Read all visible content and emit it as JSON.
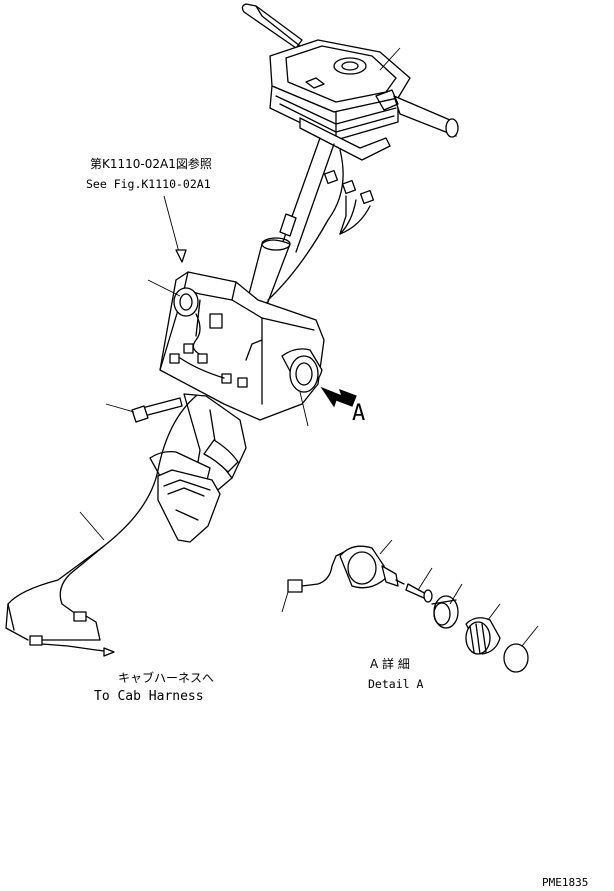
{
  "diagram": {
    "ref_note_jp": "第K1110-02A1図参照",
    "ref_note_en": "See Fig.K1110-02A1",
    "view_marker": "A",
    "detail_label_jp": "A 詳 細",
    "detail_label_en": "Detail A",
    "harness_note_jp": "キャブハーネスへ",
    "harness_note_en": "To Cab Harness",
    "drawing_code": "PME1835"
  }
}
